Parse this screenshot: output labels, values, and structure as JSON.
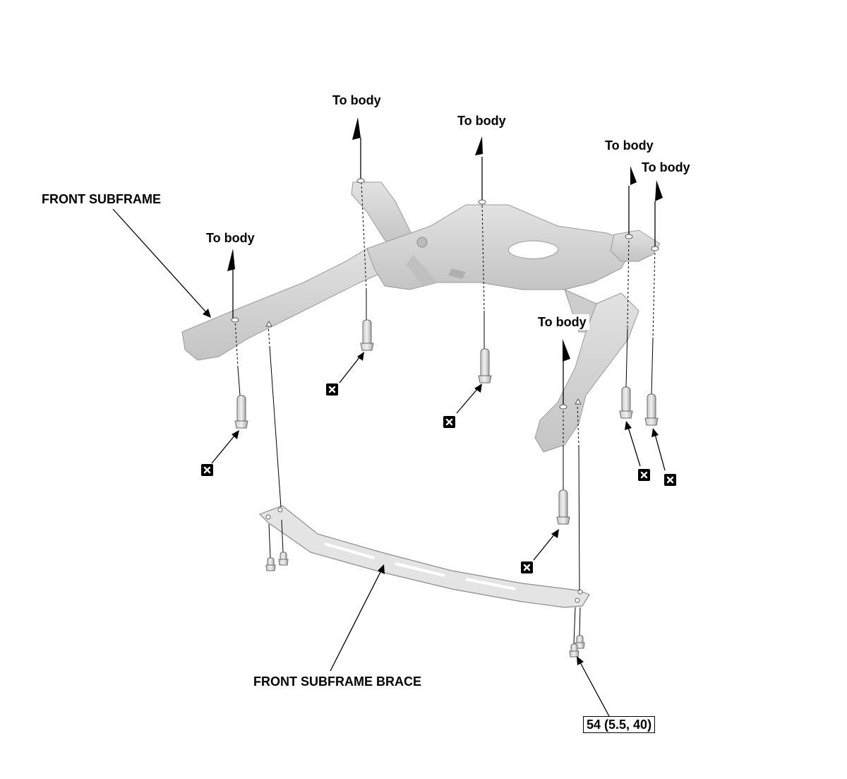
{
  "labels": {
    "front_subframe": "FRONT SUBFRAME",
    "front_subframe_brace": "FRONT SUBFRAME BRACE",
    "torque_spec": "54 (5.5, 40)",
    "to_body_1": "To body",
    "to_body_2": "To body",
    "to_body_3": "To body",
    "to_body_4": "To body",
    "to_body_5": "To body",
    "to_body_6": "To body"
  },
  "icons": {
    "replace_marker": "replace-part-icon"
  },
  "colors": {
    "part_fill": "#d6d6d6",
    "part_shade": "#bdbdbd",
    "line": "#000000"
  }
}
